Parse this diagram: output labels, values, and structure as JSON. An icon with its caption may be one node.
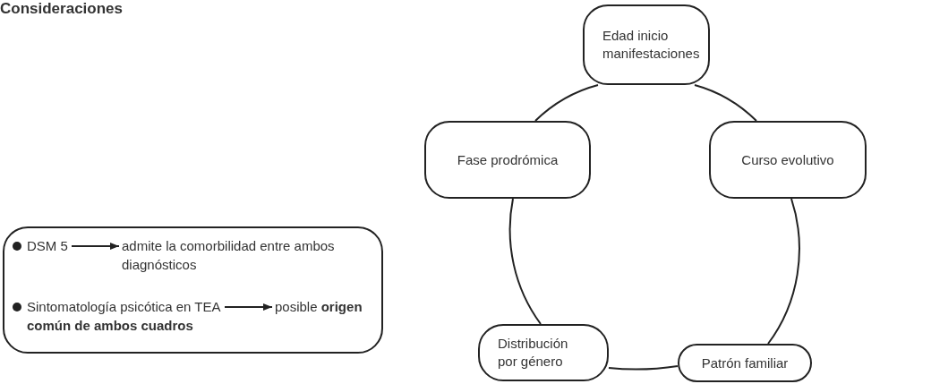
{
  "diagram": {
    "title": "Consideraciones",
    "nodes": [
      {
        "text": [
          "Edad inicio manifestaciones"
        ]
      },
      {
        "text": [
          "Curso evolutivo"
        ]
      },
      {
        "text": [
          "Patrón familiar"
        ]
      },
      {
        "text": [
          "Distribución por género"
        ]
      },
      {
        "text": [
          "Fase prodrómica"
        ]
      },
      {
        "text": [],
        "shape": "box"
      },
      {
        "text": [
          "DSM 5"
        ],
        "in": 5
      },
      {
        "text": [
          "admite la comorbilidad entre ambos diagnósticos"
        ],
        "in": 5
      },
      {
        "text": [
          "Sintomatología psicótica en TEA"
        ],
        "in": 5
      },
      {
        "text": [
          "posible **origen común de ambos cuadros**"
        ],
        "in": 5
      }
    ],
    "edges": [
      {
        "from": 0,
        "to": 1,
        "arrow": "none"
      },
      {
        "from": 1,
        "to": 2,
        "arrow": "none"
      },
      {
        "from": 2,
        "to": 3,
        "arrow": "none"
      },
      {
        "from": 3,
        "to": 4,
        "arrow": "none"
      },
      {
        "from": 4,
        "to": 0,
        "arrow": "none"
      },
      {
        "from": 6,
        "to": 7,
        "arrow": "to"
      },
      {
        "from": 8,
        "to": 9,
        "arrow": "to"
      }
    ]
  }
}
